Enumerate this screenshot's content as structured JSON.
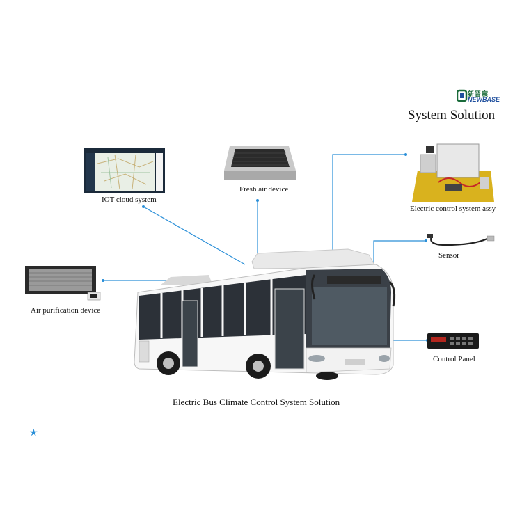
{
  "brand": {
    "cn": "新晋宸",
    "en": "NEWBASE",
    "logo_color": "#1a6b3a",
    "logo_text_color": "#1f4f9e"
  },
  "title": "System Solution",
  "caption": "Electric Bus Climate Control System Solution",
  "components": {
    "iot": {
      "label": "IOT cloud system",
      "icon": "monitor-map-icon"
    },
    "fresh_air": {
      "label": "Fresh air device",
      "icon": "fresh-air-unit-icon"
    },
    "electric_control": {
      "label": "Electric control system assy",
      "icon": "control-board-icon"
    },
    "sensor": {
      "label": "Sensor",
      "icon": "sensor-cable-icon"
    },
    "air_purification": {
      "label": "Air purification device",
      "icon": "purifier-icon"
    },
    "control_panel": {
      "label": "Control Panel",
      "icon": "control-panel-icon"
    }
  },
  "connector_color": "#2a8fd8",
  "star_icon": "star-icon"
}
